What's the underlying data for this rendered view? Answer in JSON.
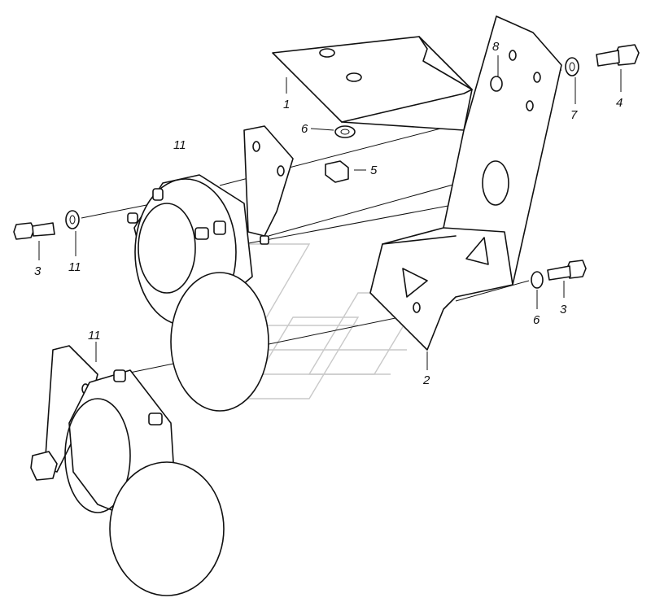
{
  "labels": {
    "p1": "1",
    "p2": "2",
    "p3a": "3",
    "p3b": "3",
    "p4": "4",
    "p5": "5",
    "p6a": "6",
    "p6b": "6",
    "p7": "7",
    "p8": "8",
    "p11a": "11",
    "p11b": "11",
    "p11c": "11"
  },
  "colors": {
    "line": "#111111",
    "watermark": "#c9c9c9",
    "background": "#ffffff"
  }
}
